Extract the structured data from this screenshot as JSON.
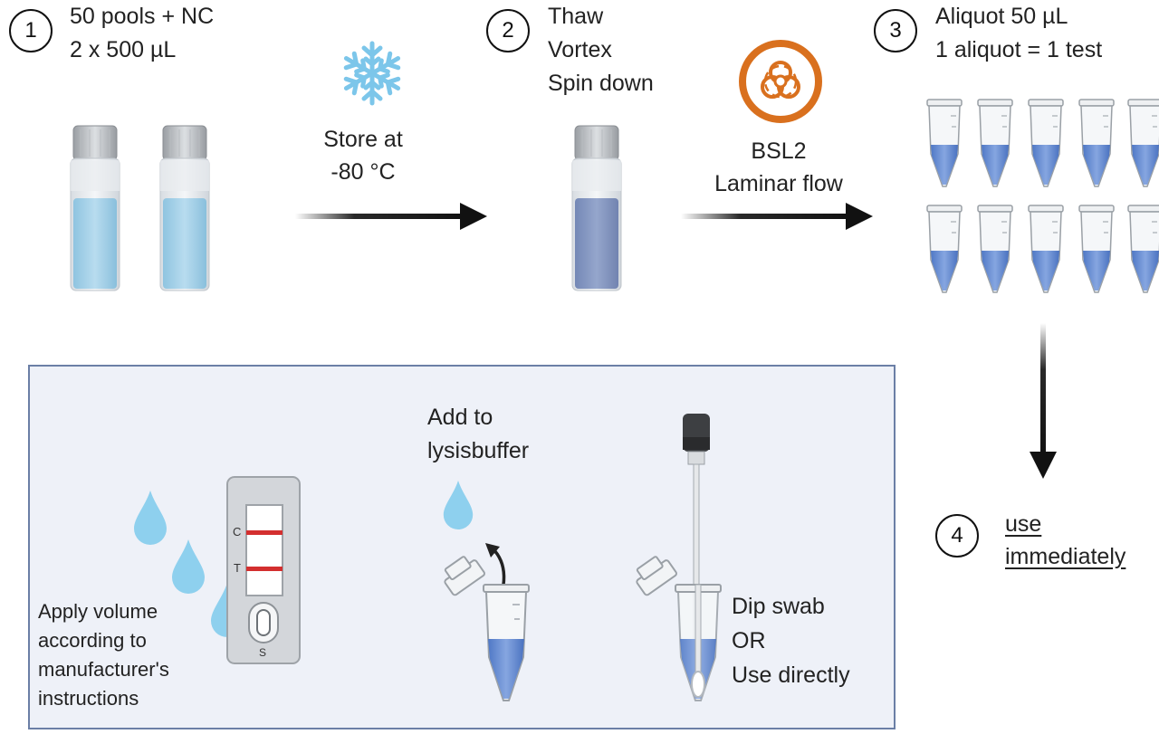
{
  "steps": [
    {
      "number": "1",
      "lines": [
        "50 pools + NC",
        "2 x 500 µL"
      ]
    },
    {
      "number": "2",
      "lines": [
        "Thaw",
        "Vortex",
        "Spin down"
      ]
    },
    {
      "number": "3",
      "lines": [
        "Aliquot 50 µL",
        "1 aliquot = 1 test"
      ]
    },
    {
      "number": "4",
      "lines": [
        "use",
        "immediately"
      ]
    }
  ],
  "transitions": {
    "store": [
      "Store at",
      "-80 °C"
    ],
    "biosafety": [
      "BSL2",
      "Laminar flow"
    ]
  },
  "panel": {
    "apply": [
      "Apply volume",
      "according to",
      "manufacturer's",
      "instructions"
    ],
    "add": [
      "Add to",
      "lysisbuffer"
    ],
    "dip": [
      "Dip swab",
      "OR",
      "Use directly"
    ],
    "test_labels": {
      "control": "C",
      "test": "T",
      "sample": "S"
    }
  },
  "colors": {
    "liquid_light": "#a9d3ea",
    "liquid_dark": "#8497c2",
    "aliquot_liquid": "#5f86cf",
    "drop": "#8ed0ee",
    "biohazard": "#d9701e",
    "snowflake": "#7cc6ea",
    "test_line": "#d32f2f",
    "panel_bg": "#eef1f8",
    "panel_border": "#6b7fa6"
  },
  "icons": [
    "snowflake-icon",
    "biohazard-icon",
    "cryovial-icon",
    "microtube-icon",
    "droplet-icon",
    "lateral-flow-test-icon",
    "swab-icon",
    "arrow-icon"
  ]
}
